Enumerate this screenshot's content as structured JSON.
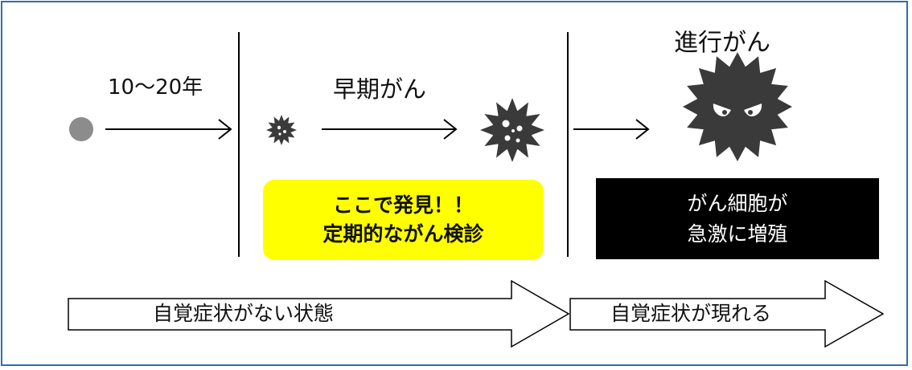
{
  "timeline": {
    "duration_label": "10〜20年",
    "early_label": "早期がん",
    "advanced_label": "進行がん"
  },
  "detection_box": {
    "line1": "ここで発見！！",
    "line2": "定期的ながん検診",
    "color": "#ffff00"
  },
  "growth_box": {
    "line1": "がん細胞が",
    "line2": "急激に増殖",
    "color": "#000000"
  },
  "phase_arrows": {
    "no_symptoms": "自覚症状がない状態",
    "symptoms_appear": "自覚症状が現れる"
  },
  "colors": {
    "frame": "#2f6fa8",
    "cell": "#3a3a3a",
    "dot": "#8c8c8c"
  }
}
